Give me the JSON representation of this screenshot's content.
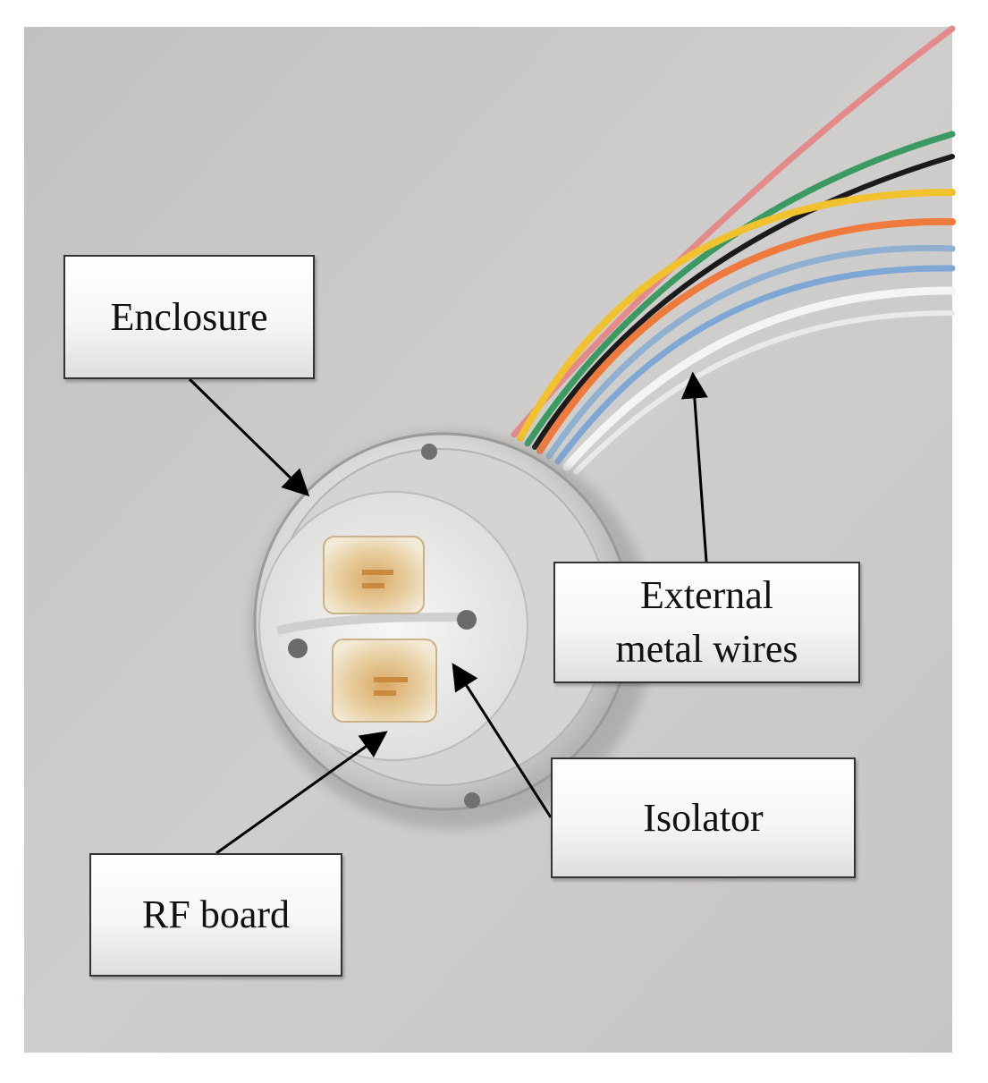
{
  "callouts": {
    "enclosure": "Enclosure",
    "external_wires_line1": "External",
    "external_wires_line2": "metal wires",
    "isolator": "Isolator",
    "rf_board": "RF board"
  },
  "colors": {
    "background": "#c9c8c6",
    "wire_colors": [
      "#e48a8a",
      "#3a9a62",
      "#1a1a1a",
      "#f2c12e",
      "#ef7a3e",
      "#7fa7d6",
      "#ffffff"
    ],
    "pad_color": "#d8a464"
  }
}
